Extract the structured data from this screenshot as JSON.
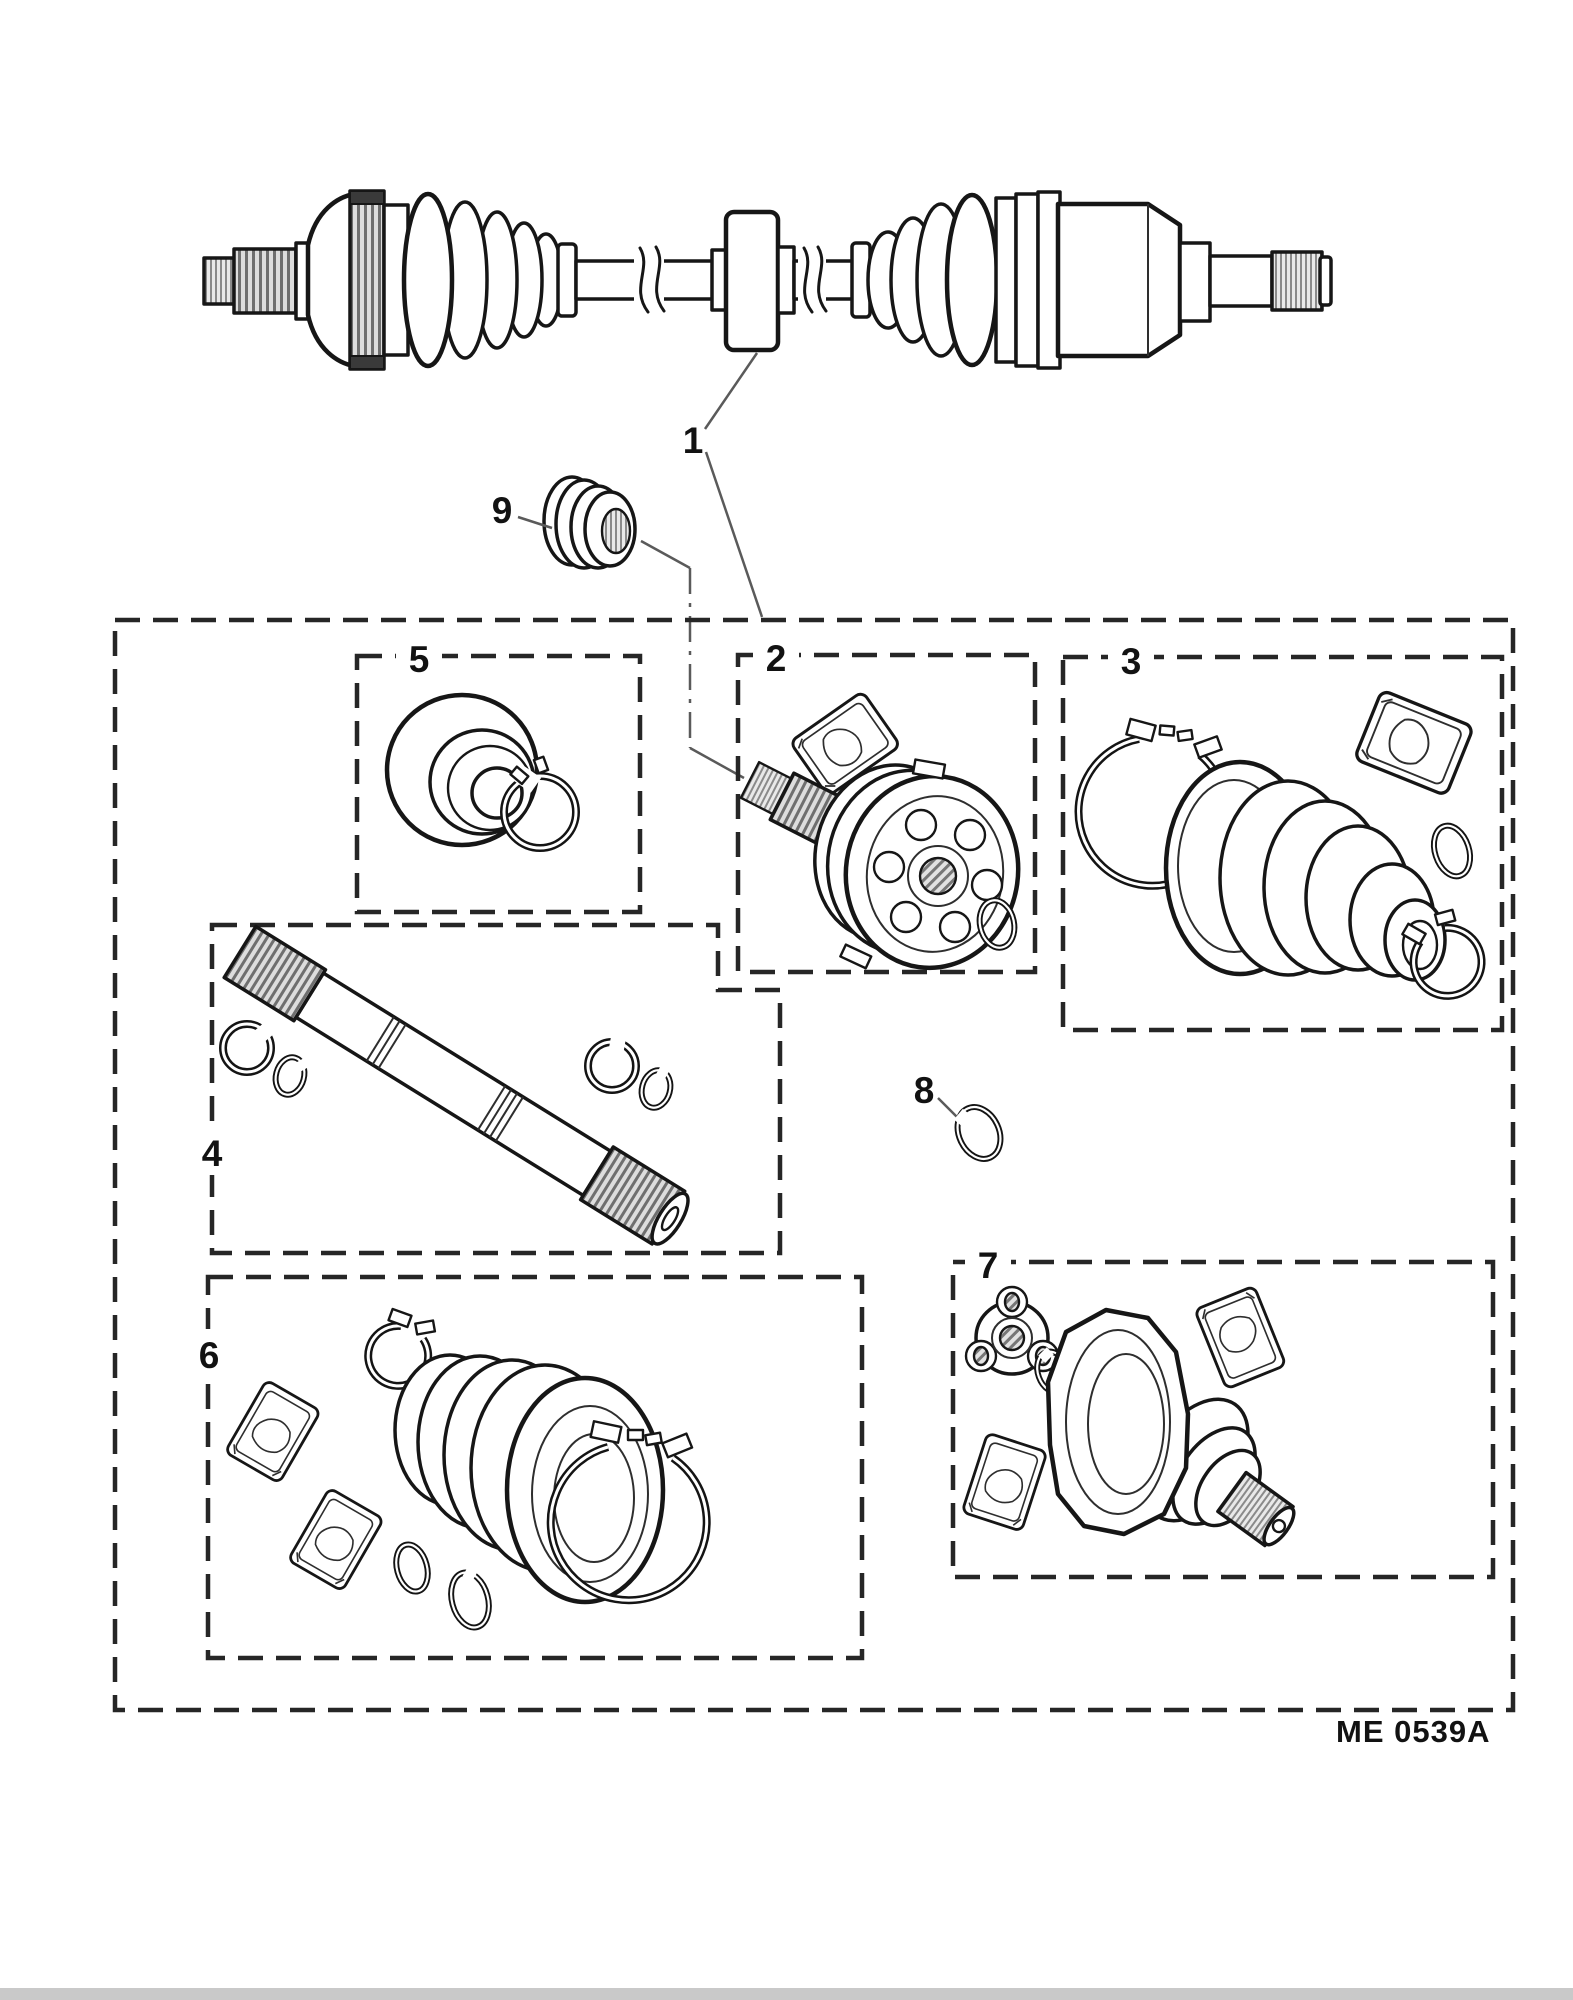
{
  "figure": {
    "callouts": {
      "n1": "1",
      "n2": "2",
      "n3": "3",
      "n4": "4",
      "n5": "5",
      "n6": "6",
      "n7": "7",
      "n8": "8",
      "n9": "9"
    },
    "drawing_code": "ME 0539A"
  }
}
